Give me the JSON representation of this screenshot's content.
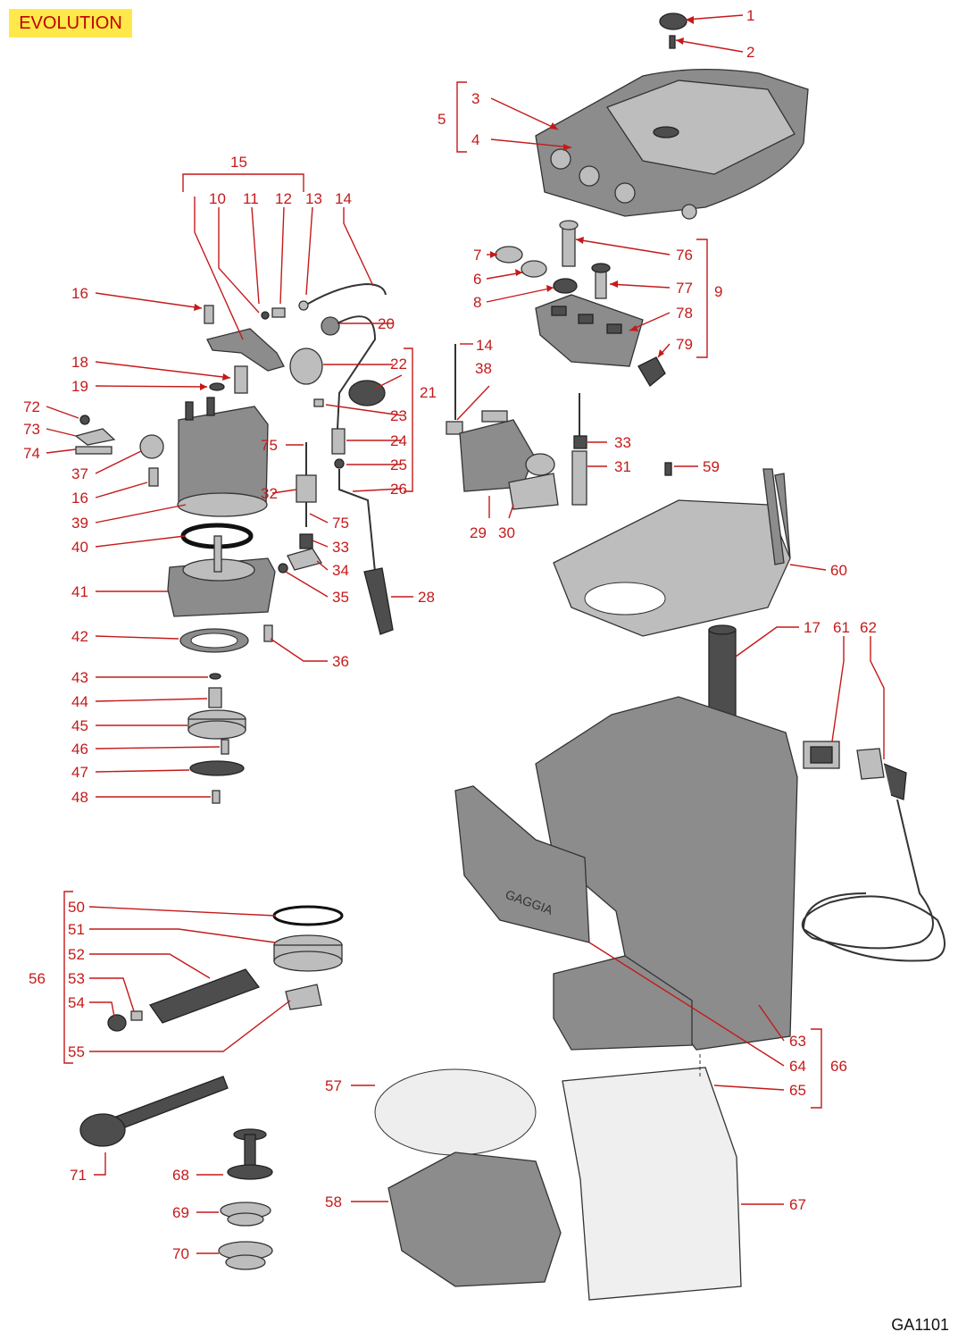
{
  "header": {
    "model": "EVOLUTION"
  },
  "footer": {
    "code": "GA1101"
  },
  "part_numbers": {
    "p1": "1",
    "p2": "2",
    "p3": "3",
    "p4": "4",
    "p5": "5",
    "p6": "6",
    "p7": "7",
    "p8": "8",
    "p9": "9",
    "p10": "10",
    "p11": "11",
    "p12": "12",
    "p13": "13",
    "p14": "14",
    "p14b": "14",
    "p15": "15",
    "p16": "16",
    "p16b": "16",
    "p17": "17",
    "p18": "18",
    "p19": "19",
    "p20": "20",
    "p21": "21",
    "p22": "22",
    "p23": "23",
    "p24": "24",
    "p25": "25",
    "p26": "26",
    "p28": "28",
    "p29": "29",
    "p30": "30",
    "p31": "31",
    "p32": "32",
    "p33": "33",
    "p33b": "33",
    "p34": "34",
    "p35": "35",
    "p36": "36",
    "p37": "37",
    "p38": "38",
    "p39": "39",
    "p40": "40",
    "p41": "41",
    "p42": "42",
    "p43": "43",
    "p44": "44",
    "p45": "45",
    "p46": "46",
    "p47": "47",
    "p48": "48",
    "p50": "50",
    "p51": "51",
    "p52": "52",
    "p53": "53",
    "p54": "54",
    "p55": "55",
    "p56": "56",
    "p57": "57",
    "p58": "58",
    "p59": "59",
    "p60": "60",
    "p61": "61",
    "p62": "62",
    "p63": "63",
    "p64": "64",
    "p65": "65",
    "p66": "66",
    "p67": "67",
    "p68": "68",
    "p69": "69",
    "p70": "70",
    "p71": "71",
    "p72": "72",
    "p73": "73",
    "p74": "74",
    "p75": "75",
    "p75b": "75",
    "p76": "76",
    "p77": "77",
    "p78": "78",
    "p79": "79"
  },
  "brand_embossed": "GAGGIA",
  "colors": {
    "label": "#c41a1a",
    "badge_bg": "#ffe84a",
    "part_fill": "#8c8c8c"
  }
}
